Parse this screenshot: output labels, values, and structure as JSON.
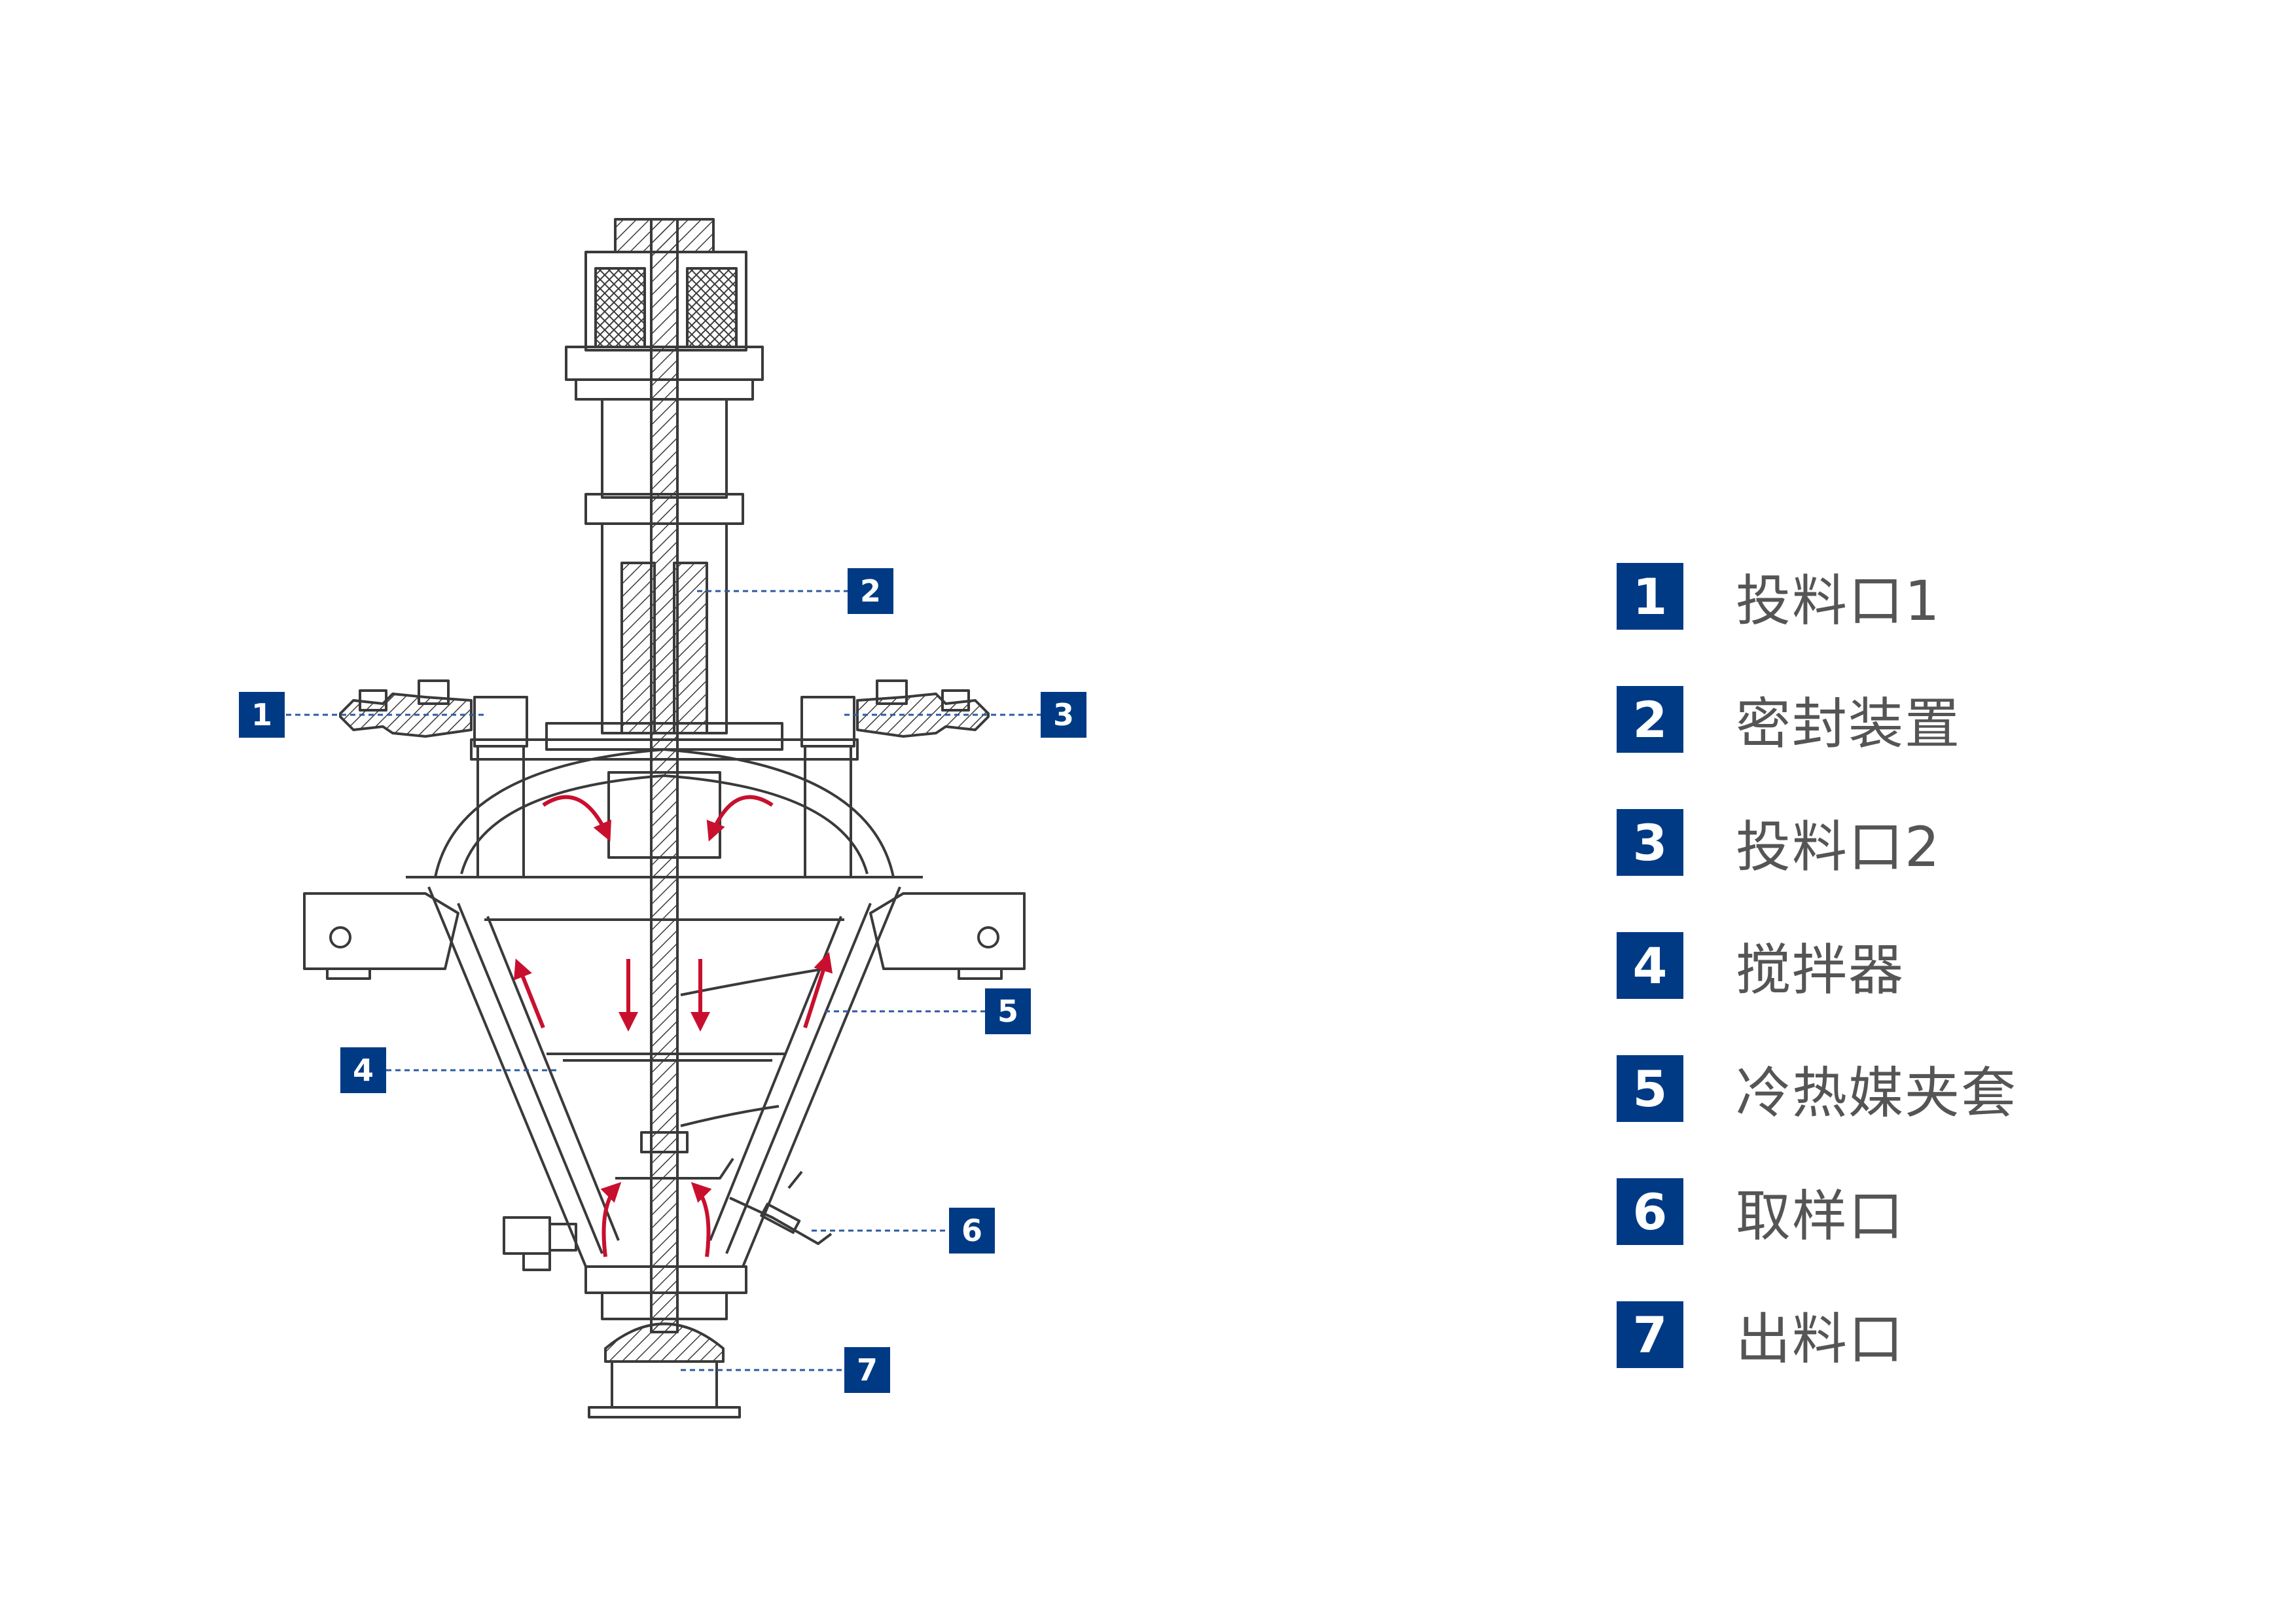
{
  "colors": {
    "accent": "#003a85",
    "arrow": "#c8102e",
    "line": "#3a3a3a",
    "label_text": "#555555",
    "leader": "#2d5aa0"
  },
  "callouts": [
    {
      "number": "1"
    },
    {
      "number": "2"
    },
    {
      "number": "3"
    },
    {
      "number": "4"
    },
    {
      "number": "5"
    },
    {
      "number": "6"
    },
    {
      "number": "7"
    }
  ],
  "legend": [
    {
      "number": "1",
      "label": "投料口1"
    },
    {
      "number": "2",
      "label": "密封装置"
    },
    {
      "number": "3",
      "label": "投料口2"
    },
    {
      "number": "4",
      "label": "搅拌器"
    },
    {
      "number": "5",
      "label": "冷热媒夹套"
    },
    {
      "number": "6",
      "label": "取样口"
    },
    {
      "number": "7",
      "label": "出料口"
    }
  ]
}
